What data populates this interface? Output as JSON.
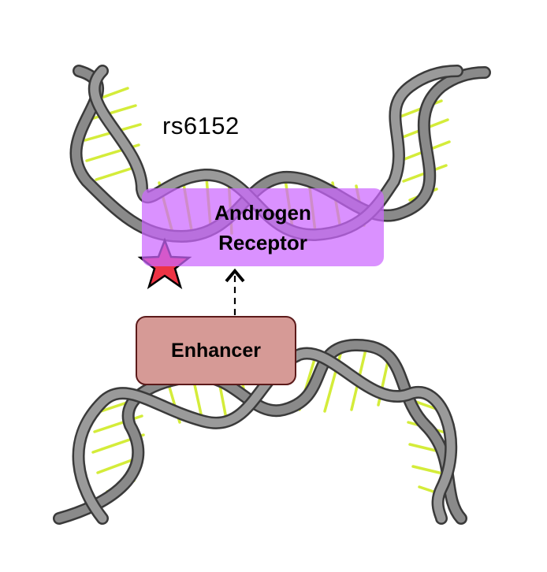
{
  "labels": {
    "snp": "rs6152",
    "androgen_receptor": "Androgen\nReceptor",
    "enhancer": "Enhancer"
  },
  "colors": {
    "dna_backbone": "#8a8a8a",
    "dna_backbone_edge": "#3a3a3a",
    "base_pair": "#d4ec3a",
    "androgen_receptor_fill": "#cc66ff",
    "enhancer_fill": "#d69a96",
    "enhancer_border": "#5c1a1a",
    "star_fill": "#ee3344"
  },
  "icons": {
    "snp_marker": "red-star-icon",
    "interaction": "dashed-arrow-icon"
  }
}
